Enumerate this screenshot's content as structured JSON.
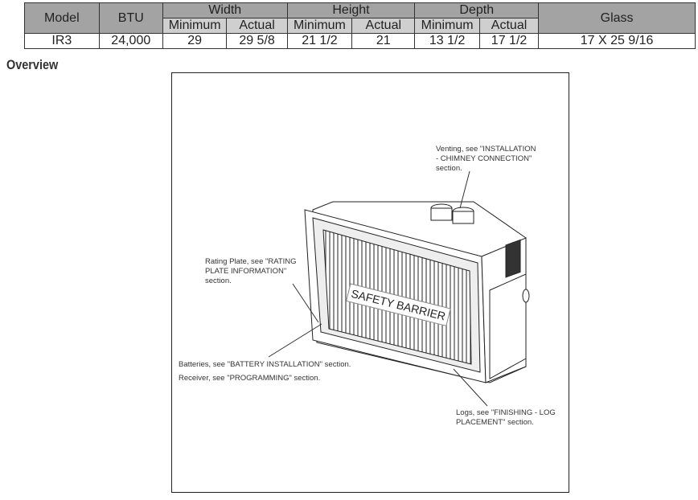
{
  "table": {
    "headers": {
      "model": "Model",
      "btu": "BTU",
      "width": "Width",
      "height": "Height",
      "depth": "Depth",
      "glass": "Glass",
      "minimum": "Minimum",
      "actual": "Actual"
    },
    "row": {
      "model": "IR3",
      "btu": "24,000",
      "width_min": "29",
      "width_actual": "29 5/8",
      "height_min": "21 1/2",
      "height_actual": "21",
      "depth_min": "13 1/2",
      "depth_actual": "17 1/2",
      "glass": "17 X 25 9/16"
    }
  },
  "section_title": "Overview",
  "figure": {
    "barrier_label": "SAFETY BARRIER",
    "venting": [
      "Venting, see \"INSTALLATION",
      "- CHIMNEY CONNECTION\"",
      "section."
    ],
    "rating": [
      "Rating Plate, see \"RATING",
      "PLATE INFORMATION\"",
      "section."
    ],
    "batteries": "Batteries, see \"BATTERY INSTALLATION\" section.",
    "receiver": "Receiver, see \"PROGRAMMING\" section.",
    "logs": [
      "Logs, see \"FINISHING - LOG",
      "PLACEMENT\" section."
    ]
  }
}
